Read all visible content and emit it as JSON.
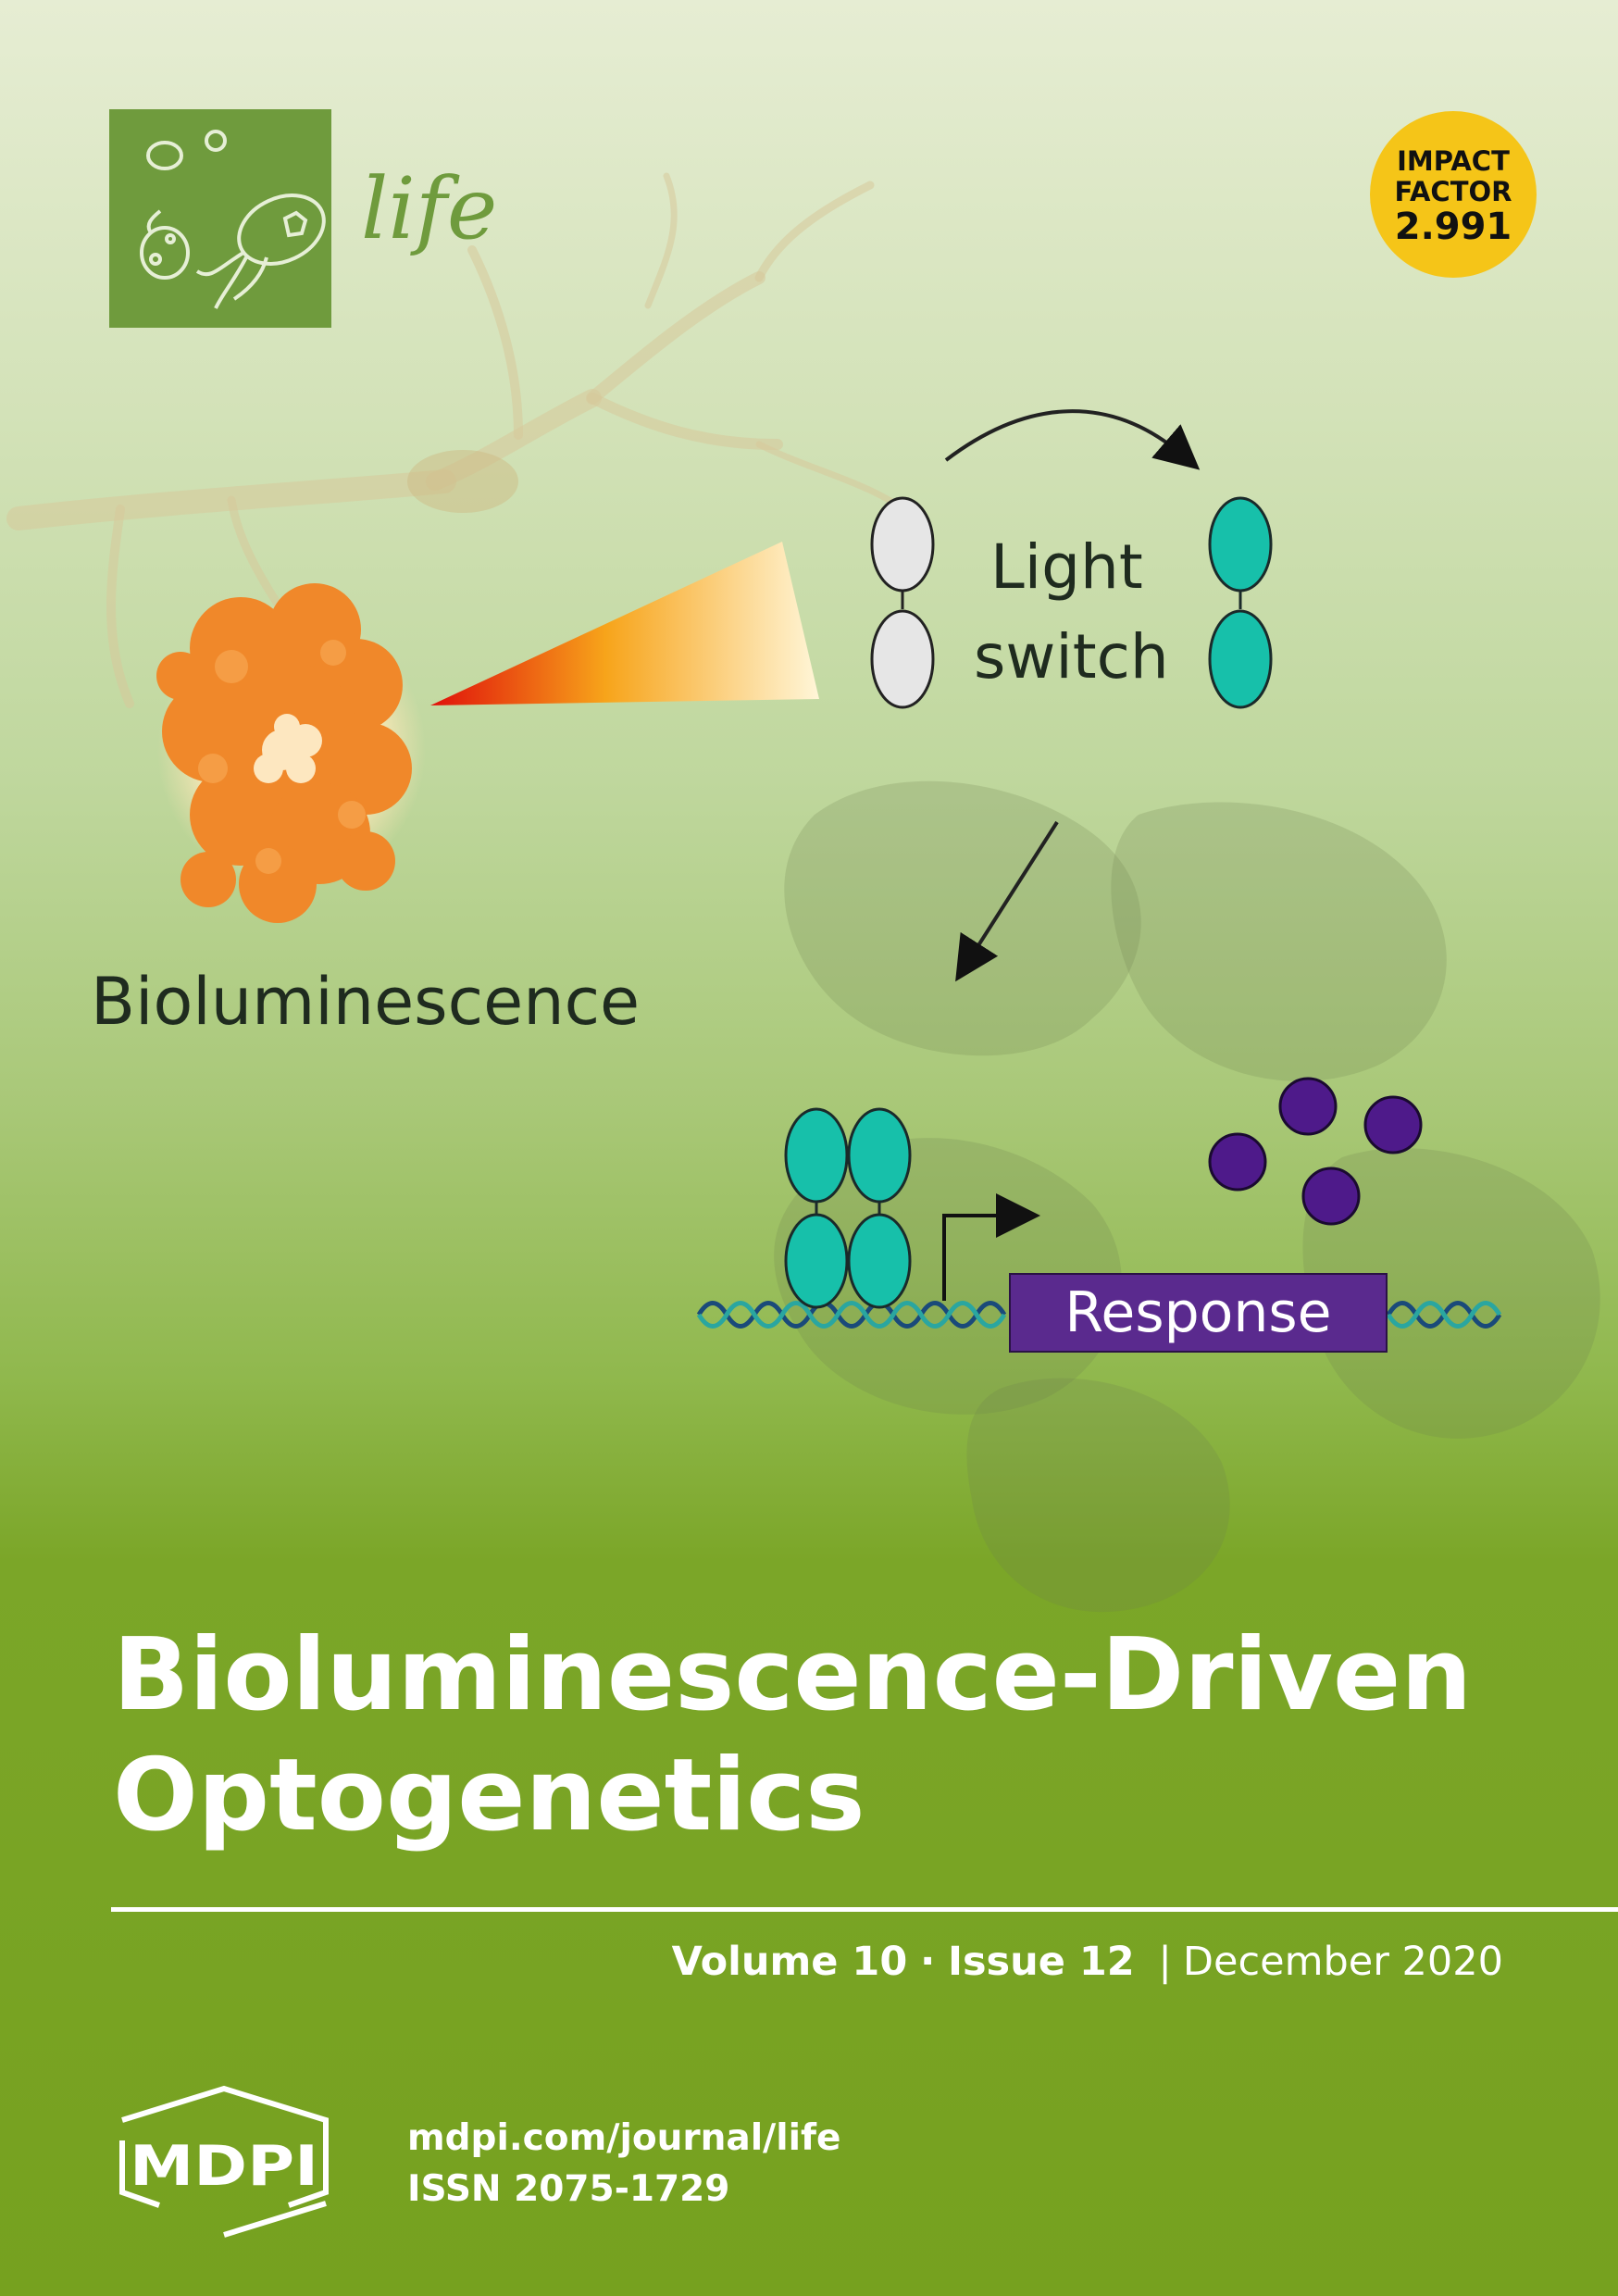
{
  "journal": {
    "name": "life",
    "brand_color": "#6f9b3d"
  },
  "impact_factor": {
    "line1": "IMPACT",
    "line2": "FACTOR",
    "value": "2.991",
    "color": "#f5c518"
  },
  "diagram": {
    "light_label": "Light",
    "switch_label": "switch",
    "bioluminescence_label": "Bioluminescence",
    "response_label": "Response",
    "colors": {
      "teal": "#17c0aa",
      "purple": "#5a2a8e",
      "orange": "#f08a2a",
      "dna_blue": "#1a4a7a"
    }
  },
  "article": {
    "title_line1": "Bioluminescence-Driven",
    "title_line2": "Optogenetics"
  },
  "issue": {
    "volume": "Volume 10",
    "dot": "·",
    "issue": "Issue 12",
    "separator": "|",
    "date": "December 2020"
  },
  "publisher": {
    "name": "MDPI",
    "url": "mdpi.com/journal/life",
    "issn": "ISSN 2075-1729"
  }
}
